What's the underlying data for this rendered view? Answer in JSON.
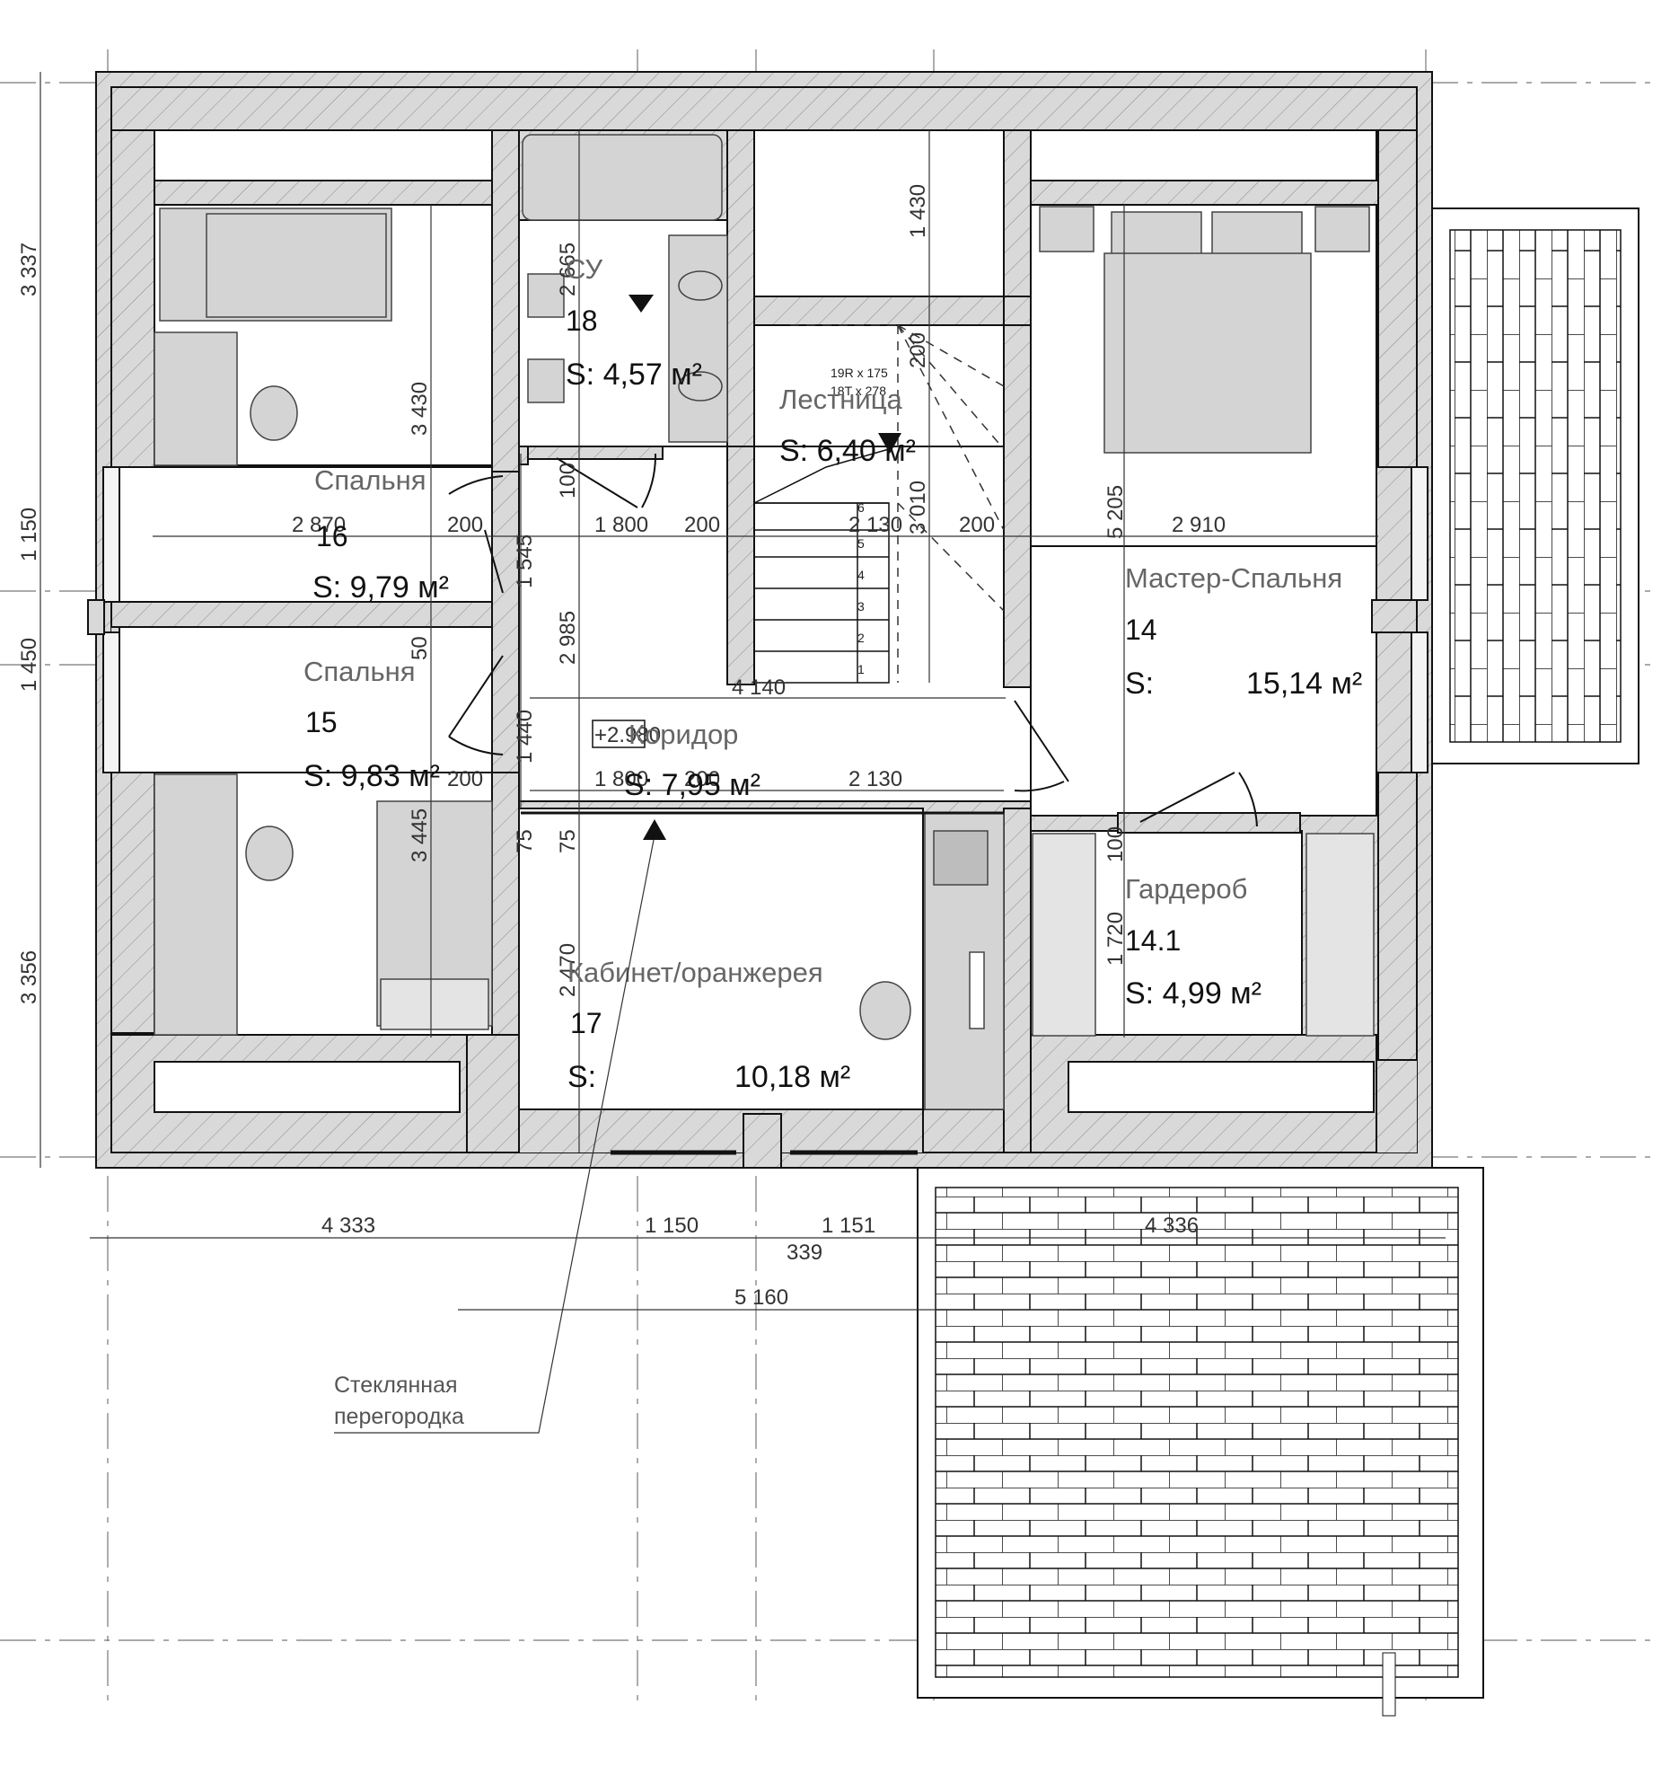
{
  "rooms": {
    "bathroom": {
      "name": "СУ",
      "number": "18",
      "area": "S: 4,57 м²"
    },
    "stairs": {
      "name": "Лестница",
      "area": "S: 6,40 м²",
      "spec": "19R x 175",
      "spec2": "18T x 278"
    },
    "bedroom16": {
      "name": "Спальня",
      "number": "16",
      "area": "S: 9,79 м²"
    },
    "bedroom15": {
      "name": "Спальня",
      "number": "15",
      "area": "S: 9,83 м²"
    },
    "master": {
      "name": "Мастер-Спальня",
      "number": "14",
      "area_prefix": "S:",
      "area_value": "15,14 м²"
    },
    "corridor": {
      "name": "Коридор",
      "area": "S: 7,95 м²",
      "level": "+2.980"
    },
    "wardrobe": {
      "name": "Гардероб",
      "number": "14.1",
      "area": "S: 4,99 м²"
    },
    "office": {
      "name": "Кабинет/оранжерея",
      "number": "17",
      "area_prefix": "S:",
      "area_value": "10,18 м²"
    }
  },
  "note": {
    "line1": "Стеклянная",
    "line2": "перегородка"
  },
  "dimensions": {
    "left": [
      "3 337",
      "1 150",
      "1 450",
      "3 356"
    ],
    "bottom1": [
      "4 333",
      "1 150",
      "1 151",
      "4 336"
    ],
    "bottom1_extra": "339",
    "bottom2": "5 160",
    "h1": [
      "2 870",
      "200",
      "1 800",
      "200",
      "2 130",
      "200",
      "2 910"
    ],
    "h2": [
      "200",
      "1 800",
      "200",
      "2 130"
    ],
    "h3": "4 140",
    "v_inner": [
      "3 430",
      "3 445",
      "2 665",
      "100",
      "2 985",
      "1 545",
      "50",
      "1 440",
      "75",
      "75",
      "2 470",
      "1 430",
      "200",
      "3 010",
      "5 205",
      "100",
      "1 720"
    ],
    "stair_steps": [
      "1",
      "2",
      "3",
      "4",
      "5",
      "6"
    ]
  },
  "colors": {
    "wall": "#d9d9d9",
    "furniture": "#d4d4d4",
    "line": "#1a1a1a"
  }
}
